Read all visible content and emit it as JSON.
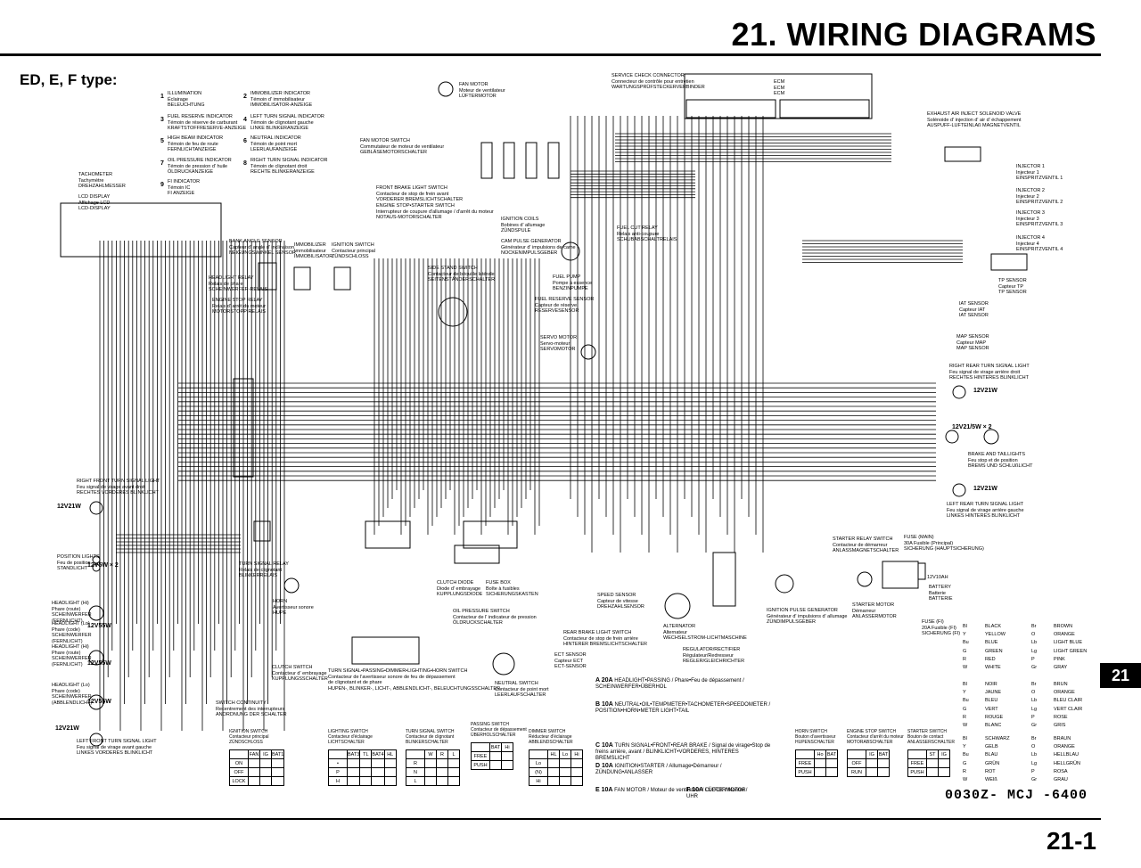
{
  "header": {
    "title": "21. WIRING DIAGRAMS",
    "subtitle": "ED, E, F type:",
    "tab": "21",
    "page_number": "21-1",
    "part_number": "0030Z- MCJ -6400"
  },
  "indicators": [
    {
      "n": "1",
      "label": "ILLUMINATION\nÉclairage\nBELEUCHTUNG"
    },
    {
      "n": "2",
      "label": "IMMOBILIZER INDICATOR\nTémoin d' immobilisateur\nIMMOBILISATOR-ANZEIGE"
    },
    {
      "n": "3",
      "label": "FUEL RESERVE INDICATOR\nTémoin de réserve de carburant\nKRAFTSTOFFRESERVE-ANZEIGE"
    },
    {
      "n": "4",
      "label": "LEFT TURN SIGNAL INDICATOR\nTémoin de clignotant gauche\nLINKE BLINKERANZEIGE"
    },
    {
      "n": "5",
      "label": "HIGH BEAM INDICATOR\nTémoin de feu de route\nFERNLICHTANZEIGE"
    },
    {
      "n": "6",
      "label": "NEUTRAL INDICATOR\nTémoin de point mort\nLEERLAUFANZEIGE"
    },
    {
      "n": "7",
      "label": "OIL PRESSURE INDICATOR\nTémoin de pression d' huile\nÖLDRUCKANZEIGE"
    },
    {
      "n": "8",
      "label": "RIGHT TURN SIGNAL INDICATOR\nTémoin de clignotant droit\nRECHTE BLINKERANZEIGE"
    },
    {
      "n": "9",
      "label": "FI INDICATOR\nTémoin IC\nFI ANZEIGE"
    }
  ],
  "components": {
    "tachometer": "TACHOMETER\nTachymètre\nDREHZAHLMESSER",
    "lcd": "LCD DISPLAY\nAffichage LCD\nLCD-DISPLAY",
    "fan_motor": "FAN MOTOR\nMoteur de ventilateur\nLÜFTERMOTOR",
    "fan_motor_switch": "FAN MOTOR SWITCH\nCommutateur de moteur de ventilateur\nGEBLÄSEMOTORSCHALTER",
    "service_check": "SERVICE CHECK CONNECTOR\nConnecteur de contrôle pour entretien\nWARTUNGSPRÜFSTECKERVERBINDER",
    "ecm": "ECM\nECM\nECM",
    "exhaust_air": "EXHAUST AIR INJECT SOLENOID VALVE\nSolénoide d' injection d' air d' échappement\nAUSPUFF-LUFTEINLAß MAGNETVENTIL",
    "injector1": "INJECTOR 1\nInjecteur 1\nEINSPRITZVENTIL 1",
    "injector2": "INJECTOR 2\nInjecteur 2\nEINSPRITZVENTIL 2",
    "injector3": "INJECTOR 3\nInjecteur 3\nEINSPRITZVENTIL 3",
    "injector4": "INJECTOR 4\nInjecteur 4\nEINSPRITZVENTIL 4",
    "front_brake": "FRONT BRAKE LIGHT SWITCH\nContacteur de stop de frein avant\nVORDERER BREMSLICHTSCHALTER",
    "engine_stop": "ENGINE STOP•STARTER SWITCH\nInterrupteur de coupure d'allumage / d'arrêt du moteur\nNOTAUS-MOTORSCHALTER",
    "ignition_coils": "IGNITION COILS\nBobines d' allumage\nZÜNDSPULE",
    "cam_pulse": "CAM PULSE GENERATOR\nGénérateur d' impulsions de came\nNOCKENIMPULSGEBER",
    "fuel_cut": "FUEL CUT RELAY\nRelais anti-coupure\nSCHUBABSCHALTRELAIS",
    "bank_angle": "BANK ANGLE SENSOR\nCapteur d' angle d' inclinaison\nNEIGUNGSWINKEL SENSOR",
    "immobilizer": "IMMOBILIZER\nImmobilisateur\nIMMOBILISATOR",
    "ignition_switch": "IGNITION SWITCH\nContacteur principal\nZÜNDSCHLOSS",
    "side_stand": "SIDE STAND SWITCH\nContacteur de béquille latérale\nSEITENSTÄNDERSCHALTER",
    "headlight_relay": "HEADLIGHT RELAY\nRelais de phare\nSCHEINWERFER-RELAIS",
    "engine_stop_relay": "ENGINE STOP RELAY\nRelais d' arrêt du moteur\nMOTORSTOPP RELAIS",
    "fuel_pump": "FUEL PUMP\nPompe à essence\nBENZINPUMPE",
    "fuel_reserve": "FUEL RESERVE SENSOR\nCapteur de réserve\nRESERVESENSOR",
    "servo_motor": "SERVO MOTOR\nServo-moteur\nSERVOMOTOR",
    "tp_sensor": "TP SENSOR\nCapteur TP\nTP SENSOR",
    "iat_sensor": "IAT SENSOR\nCapteur IAT\nIAT SENSOR",
    "map_sensor": "MAP SENSOR\nCapteur MAP\nMAP SENSOR",
    "right_rear_turn": "RIGHT REAR TURN SIGNAL LIGHT\nFeu signal de virage arrière droit\nRECHTES HINTERES BLINKLICHT",
    "brake_tail": "BRAKE AND TAILLIGHTS\nFeu stop et de position\nBREMS UND SCHLUßLICHT",
    "left_rear_turn": "LEFT REAR TURN SIGNAL LIGHT\nFeu signal de virage arrière gauche\nLINKES HINTERES BLINKLICHT",
    "right_front_turn": "RIGHT FRONT TURN SIGNAL LIGHT\nFeu signal de virage avant droit\nRECHTES VORDERES BLINKLICHT",
    "position_lights": "POSITION LIGHTS\nFeu de position\nSTANDLICHT",
    "headlight_hi_r": "HEADLIGHT (Hi)\nPhare (route)\nSCHEINWERFER\n(FERNLICHT)",
    "headlight_lo_r": "HEADLIGHT (Lo)\nPhare (code)\nSCHEINWERFER\n(FERNLICHT)",
    "headlight_hi_l": "HEADLIGHT (Hi)\nPhare (route)\nSCHEINWERFER\n(FERNLICHT)",
    "headlight_lo_l": "HEADLIGHT (Lo)\nPhare (code)\nSCHEINWERFER\n(ABBLENDLICHT)",
    "left_front_turn": "LEFT FRONT TURN SIGNAL LIGHT\nFeu signal de virage avant gauche\nLINKES VORDERES BLINKLICHT",
    "turn_signal_relay": "TURN SIGNAL RELAY\nRelais de clignotant\nBLINKERRELAIS",
    "horn": "HORN\nAvertisseur sonore\nHUPE",
    "clutch_switch": "CLUTCH SWITCH\nContacteur d' embrayage\nKUPPLUNGSSCHALTER",
    "clutch_diode": "CLUTCH DIODE\nDiode d' embrayage\nKUPPLUNGSDIODE",
    "fuse_box": "FUSE BOX\nBoîte à fusibles\nSICHERUNGSKASTEN",
    "oil_pressure": "OIL PRESSURE SWITCH\nContacteur de l' indicateur de pression\nÖLDRUCKSCHALTER",
    "neutral_switch": "NEUTRAL SWITCH\nContacteur de point mort\nLEERLAUFSCHALTER",
    "rear_brake": "REAR BRAKE LIGHT SWITCH\nContacteur de stop de frein arrière\nHINTERER BREMSLICHTSCHALTER",
    "ect_sensor": "ECT SENSOR\nCapteur ECT\nECT-SENSOR",
    "speed_sensor": "SPEED SENSOR\nCapteur de vitesse\nDREHZAHLSENSOR",
    "alternator": "ALTERNATOR\nAlternateur\nWECHSELSTROM-LICHTMASCHINE",
    "regulator": "REGULATOR/RECTIFIER\nRégulateur/Redresseur\nREGLER/GLEICHRICHTER",
    "ignition_pulse": "IGNITION PULSE GENERATOR\nGénérateur d' impulsions d' allumage\nZÜNDIMPULSGEBER",
    "starter_relay": "STARTER RELAY SWITCH\nContacteur de démarreur\nANLASSMAGNETSCHALTER",
    "fuse_main": "FUSE (MAIN)\n30A Fusible (Principal)\nSICHERUNG (HAUPTSICHERUNG)",
    "battery": "BATTERY\nBatterie\nBATTERIE",
    "battery_rating": "12V10AH",
    "starter_motor": "STARTER MOTOR\nDémarreur\nANLASSERMOTOR",
    "fuse_fi": "FUSE (FI)\n20A Fusible (FI)\nSICHERUNG (FI)",
    "switch_continuity": "SWITCH CONTINUITY\nRecentrement des interrupteurs\nANORDNUNG DER SCHALTER",
    "turn_switches": "TURN SIGNAL•PASSING•DIMMER•LIGHTING•HORN SWITCH\nContacteur de l'avertisseur sonore de feu de dépassement\nde clignotant et de phare\nHUPEN-, BLINKER-, LICHT-, ABBLENDLICHT-, BELEUCHTUNGSSCHALTER"
  },
  "bulbs": {
    "turn_rf": "12V21W",
    "pos": "12V5W × 2",
    "hi1": "12V55W",
    "lo1": "12V55W",
    "hi2": "12V55W",
    "turn_lf": "12V21W",
    "turn_rr": "12V21W",
    "tail": "12V21/5W × 2",
    "turn_lr": "12V21W"
  },
  "fuses": [
    {
      "id": "A",
      "amp": "20A",
      "text": "HEADLIGHT•PASSING / Phare•Feu de dépassement / SCHEINWERFER•ÜBERHOL"
    },
    {
      "id": "B",
      "amp": "10A",
      "text": "NEUTRAL•OIL•TEMPMETER•TACHOMETER•SPEEDOMETER / POSITION•HORN•METER LIGHT•TAIL"
    },
    {
      "id": "C",
      "amp": "10A",
      "text": "TURN SIGNAL•FRONT•REAR BRAKE / Signal de virage•Stop de freins arrière, avant / BLINKLICHT•VORDERES, HINTERES BREMSLICHT"
    },
    {
      "id": "D",
      "amp": "10A",
      "text": "IGNITION•STARTER / Allumage•Démarreur / ZÜNDUNG•ANLASSER"
    },
    {
      "id": "E",
      "amp": "10A",
      "text": "FAN MOTOR / Moteur de ventilateur / LÜFTERMOTOR"
    },
    {
      "id": "F",
      "amp": "10A",
      "text": "CLOCK / Montre / UHR"
    }
  ],
  "color_legend": {
    "en": [
      [
        "Bl",
        "BLACK",
        "Br",
        "BROWN"
      ],
      [
        "Y",
        "YELLOW",
        "O",
        "ORANGE"
      ],
      [
        "Bu",
        "BLUE",
        "Lb",
        "LIGHT BLUE"
      ],
      [
        "G",
        "GREEN",
        "Lg",
        "LIGHT GREEN"
      ],
      [
        "R",
        "RED",
        "P",
        "PINK"
      ],
      [
        "W",
        "WHITE",
        "Gr",
        "GRAY"
      ]
    ],
    "fr": [
      [
        "Bl",
        "NOIR",
        "Br",
        "BRUN"
      ],
      [
        "Y",
        "JAUNE",
        "O",
        "ORANGE"
      ],
      [
        "Bu",
        "BLEU",
        "Lb",
        "BLEU CLAIR"
      ],
      [
        "G",
        "VERT",
        "Lg",
        "VERT CLAIR"
      ],
      [
        "R",
        "ROUGE",
        "P",
        "ROSE"
      ],
      [
        "W",
        "BLANC",
        "Gr",
        "GRIS"
      ]
    ],
    "de": [
      [
        "Bl",
        "SCHWARZ",
        "Br",
        "BRAUN"
      ],
      [
        "Y",
        "GELB",
        "O",
        "ORANGE"
      ],
      [
        "Bu",
        "BLAU",
        "Lb",
        "HELLBLAU"
      ],
      [
        "G",
        "GRÜN",
        "Lg",
        "HELLGRÜN"
      ],
      [
        "R",
        "ROT",
        "P",
        "ROSA"
      ],
      [
        "W",
        "WEIß",
        "Gr",
        "GRAU"
      ]
    ]
  },
  "switch_tables": [
    {
      "id": "ignition",
      "title": "IGNITION SWITCH\nContacteur principal\nZÜNDSCHLOSS",
      "cols": [
        "FAN",
        "IG",
        "BAT1"
      ],
      "rows": [
        "ON",
        "OFF",
        "LOCK"
      ]
    },
    {
      "id": "lighting",
      "title": "LIGHTING SWITCH\nContacteur d'éclairage\nLICHTSCHALTER",
      "cols": [
        "BAT3",
        "TL",
        "BAT4",
        "HL"
      ],
      "rows": [
        "•",
        "P",
        "H"
      ]
    },
    {
      "id": "turn",
      "title": "TURN SIGNAL SWITCH\nContacteur de clignotant\nBLINKERSCHALTER",
      "cols": [
        "W",
        "R",
        "L"
      ],
      "rows": [
        "R",
        "N",
        "L"
      ]
    },
    {
      "id": "passing",
      "title": "PASSING SWITCH\nContacteur de dépassement\nÜBERHOLSCHALTER",
      "cols": [
        "BAT",
        "Hi"
      ],
      "rows": [
        "FREE",
        "PUSH"
      ]
    },
    {
      "id": "dimmer",
      "title": "DIMMER SWITCH\nRéducteur d'éclairage\nABBLENDSCHALTER",
      "cols": [
        "HL",
        "Lo",
        "Hi"
      ],
      "rows": [
        "Lo",
        "(N)",
        "Hi"
      ]
    },
    {
      "id": "horn",
      "title": "HORN SWITCH\nBouton d'avertisseur\nHUPENSCHALTER",
      "cols": [
        "Ho",
        "BAT"
      ],
      "rows": [
        "FREE",
        "PUSH"
      ]
    },
    {
      "id": "engine_stop",
      "title": "ENGINE STOP SWITCH\nContacteur d'arrêt du moteur\nMOTORABSCHALTER",
      "cols": [
        "IG",
        "BAT"
      ],
      "rows": [
        "OFF",
        "RUN"
      ]
    },
    {
      "id": "starter",
      "title": "STARTER SWITCH\nBouton de contact\nANLASSERSCHALTER",
      "cols": [
        "ST",
        "IG"
      ],
      "rows": [
        "FREE",
        "PUSH"
      ]
    }
  ]
}
